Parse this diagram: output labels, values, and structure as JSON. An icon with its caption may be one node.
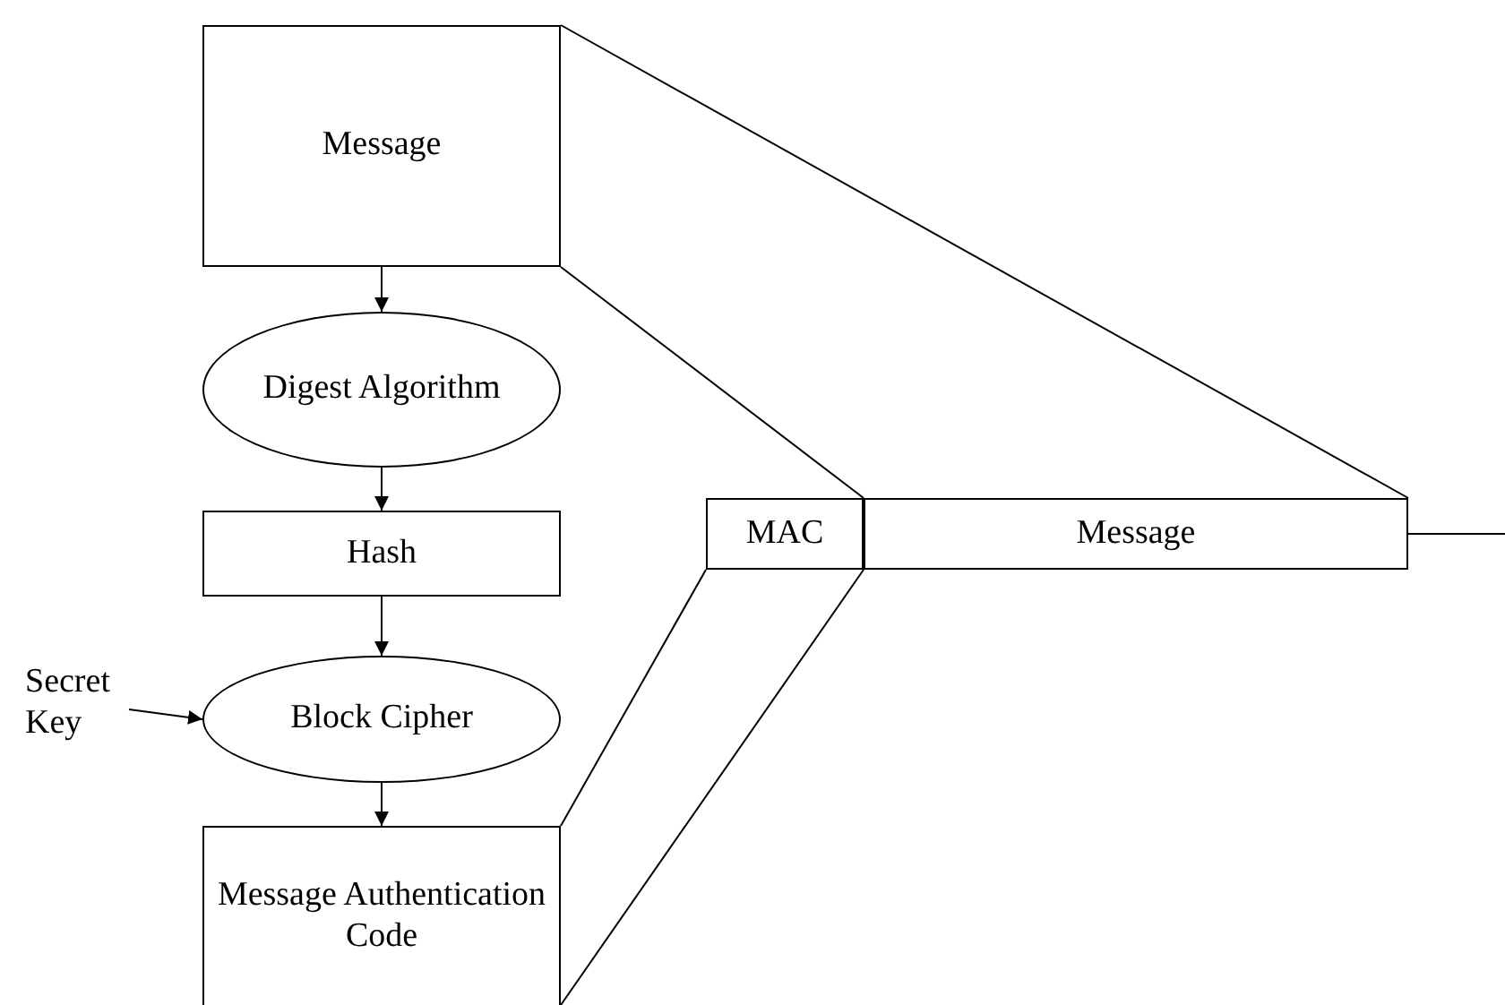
{
  "diagram": {
    "nodes": [
      {
        "text": [
          "Message"
        ]
      },
      {
        "text": [
          "Digest Algorithm"
        ]
      },
      {
        "text": [
          "Hash"
        ]
      },
      {
        "text": [
          "Secret Key"
        ]
      },
      {
        "text": [
          "Block Cipher"
        ]
      },
      {
        "text": [
          "Message Authentication Code"
        ]
      },
      {
        "text": [
          "MAC"
        ]
      },
      {
        "text": [
          "Message"
        ]
      }
    ],
    "edges": [
      {
        "from": 0,
        "to": 1,
        "arrow": "to"
      },
      {
        "from": 1,
        "to": 2,
        "arrow": "to"
      },
      {
        "from": 2,
        "to": 4,
        "arrow": "to"
      },
      {
        "from": 3,
        "to": 4,
        "arrow": "to"
      },
      {
        "from": 4,
        "to": 5,
        "arrow": "to"
      },
      {
        "from": 0,
        "to": 7,
        "arrow": "none"
      },
      {
        "from": 0,
        "to": 7,
        "arrow": "none"
      },
      {
        "from": 5,
        "to": 6,
        "arrow": "none"
      },
      {
        "from": 5,
        "to": 6,
        "arrow": "none"
      },
      {
        "from": 7,
        "to": null,
        "arrow": "none"
      }
    ]
  }
}
